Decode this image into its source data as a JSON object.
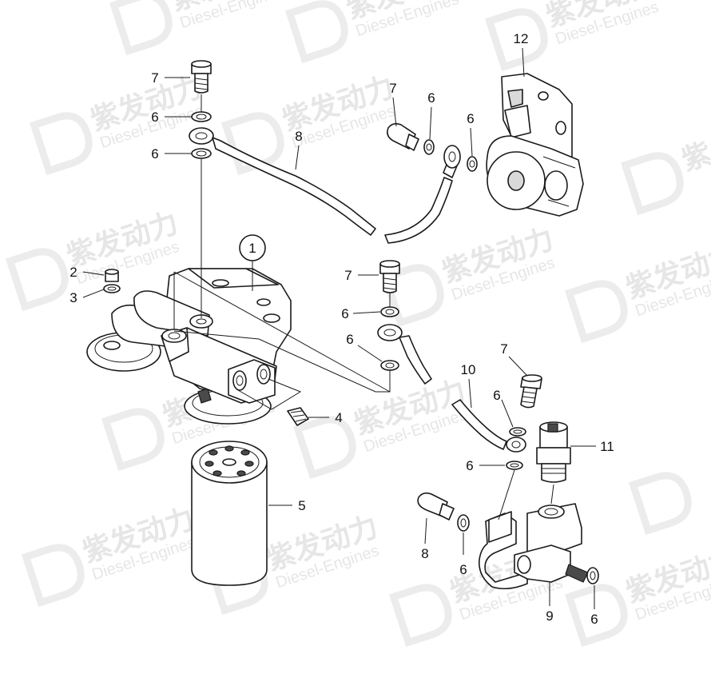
{
  "watermark": {
    "cn": "紫发动力",
    "en": "Diesel-Engines"
  },
  "callouts": {
    "c1": "1",
    "c2": "2",
    "c3": "3",
    "c4": "4",
    "c5": "5",
    "c6a": "6",
    "c6b": "6",
    "c6c": "6",
    "c6d": "6",
    "c6e": "6",
    "c6f": "6",
    "c6g": "6",
    "c6h": "6",
    "c6i": "6",
    "c6j": "6",
    "c7a": "7",
    "c7b": "7",
    "c7c": "7",
    "c7d": "7",
    "c8a": "8",
    "c8b": "8",
    "c9": "9",
    "c10": "10",
    "c11": "11",
    "c12": "12"
  }
}
